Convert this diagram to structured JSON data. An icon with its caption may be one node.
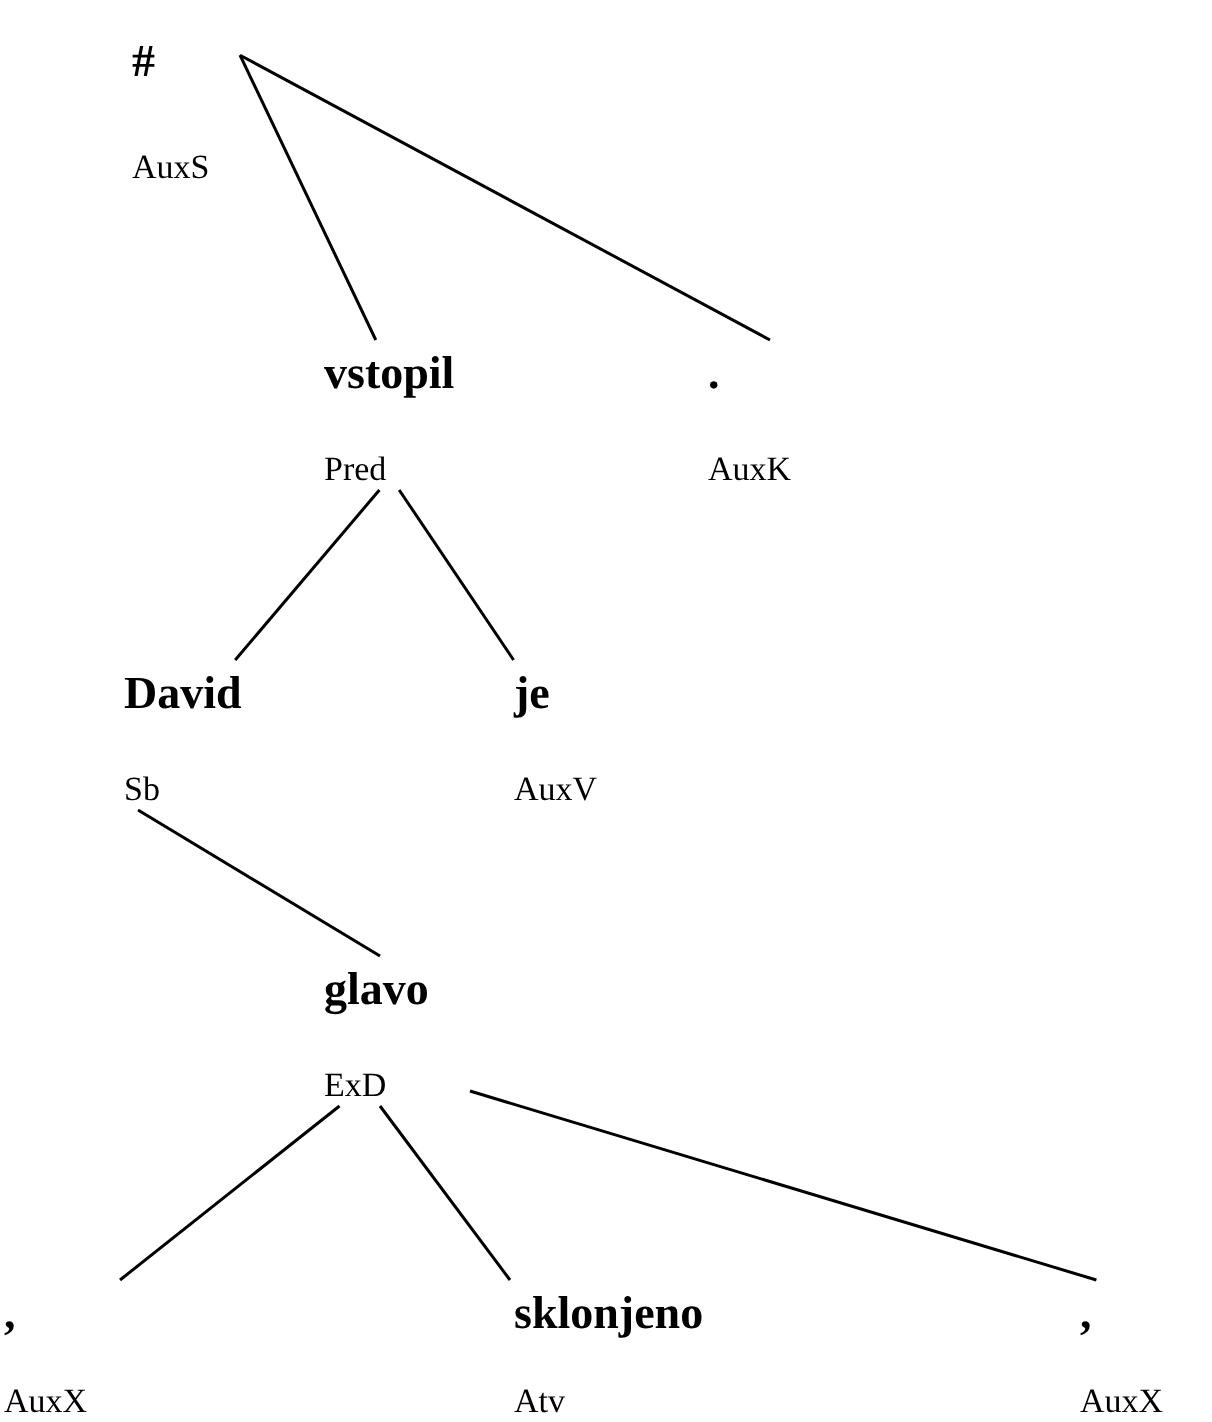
{
  "diagram": {
    "nodes": [
      {
        "text": [
          "#",
          "AuxS"
        ]
      },
      {
        "text": [
          "vstopil",
          "Pred"
        ]
      },
      {
        "text": [
          ".",
          "AuxK"
        ]
      },
      {
        "text": [
          "David",
          "Sb"
        ]
      },
      {
        "text": [
          "je",
          "AuxV"
        ]
      },
      {
        "text": [
          "glavo",
          "ExD"
        ]
      },
      {
        "text": [
          ",",
          "AuxX"
        ]
      },
      {
        "text": [
          "sklonjeno",
          "Atv"
        ]
      },
      {
        "text": [
          ",",
          "AuxX"
        ]
      }
    ],
    "edges": [
      {
        "from": 0,
        "to": 1,
        "arrow": "none"
      },
      {
        "from": 0,
        "to": 2,
        "arrow": "none"
      },
      {
        "from": 1,
        "to": 3,
        "arrow": "none"
      },
      {
        "from": 1,
        "to": 4,
        "arrow": "none"
      },
      {
        "from": 3,
        "to": 5,
        "arrow": "none"
      },
      {
        "from": 5,
        "to": 6,
        "arrow": "none"
      },
      {
        "from": 5,
        "to": 7,
        "arrow": "none"
      },
      {
        "from": 5,
        "to": 8,
        "arrow": "none"
      }
    ]
  }
}
